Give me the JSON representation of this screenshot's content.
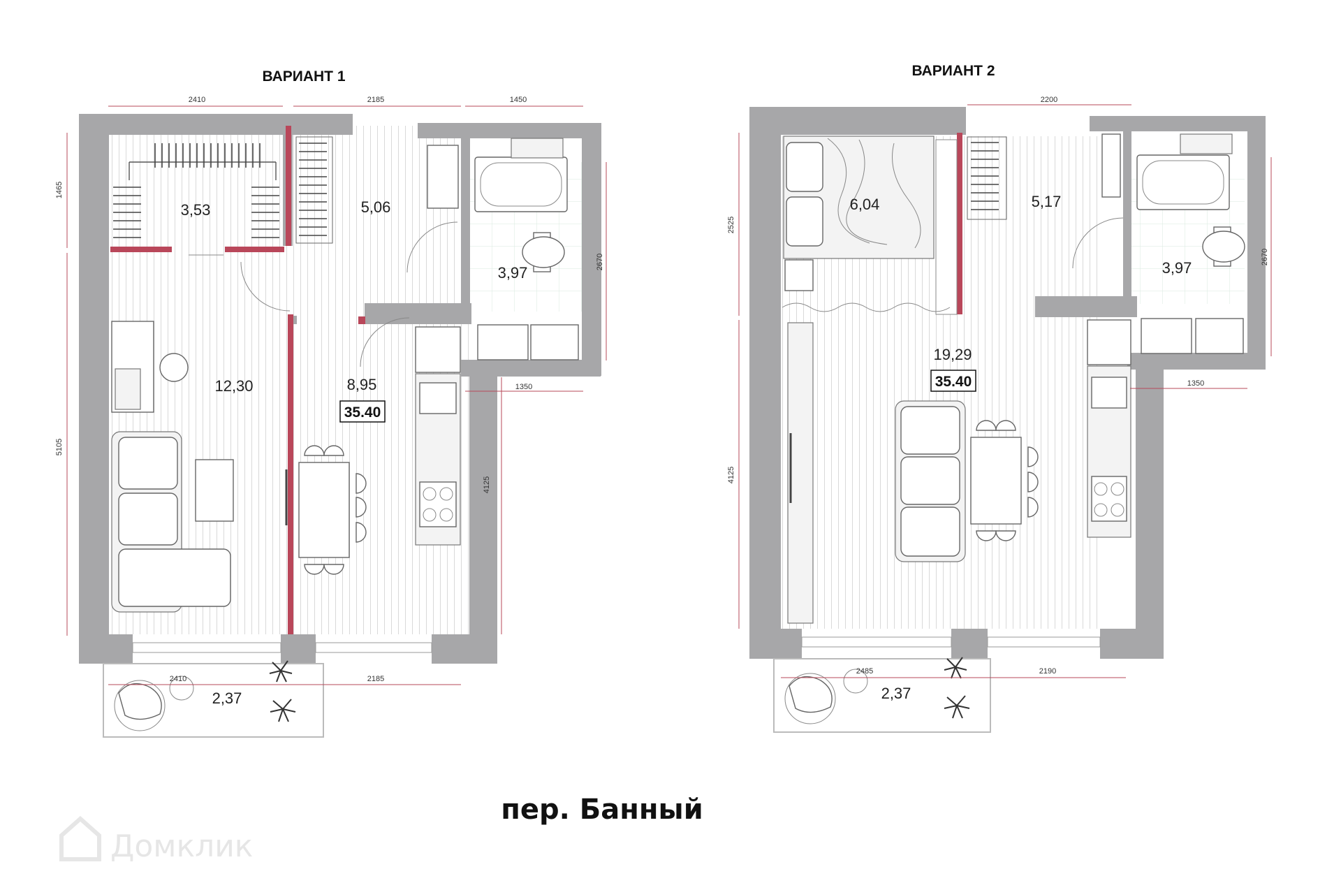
{
  "variant1": {
    "title": "ВАРИАНТ 1",
    "total_area": "35.40",
    "areas": {
      "wardrobe": "3,53",
      "hall": "5,06",
      "bath": "3,97",
      "living": "12,30",
      "kitchen": "8,95",
      "balcony": "2,37"
    },
    "dims": {
      "top_a": "2410",
      "top_b": "2185",
      "top_c": "1450",
      "left_upper": "1465",
      "left_lower": "5105",
      "right_bath": "2670",
      "bath_bottom": "1350",
      "right_kitchen": "4125",
      "balcony_a": "2410",
      "balcony_b": "2185"
    }
  },
  "variant2": {
    "title": "ВАРИАНТ 2",
    "total_area": "35.40",
    "areas": {
      "bedroom": "6,04",
      "hall": "5,17",
      "bath": "3,97",
      "living": "19,29",
      "balcony": "2,37"
    },
    "dims": {
      "top": "2200",
      "left_upper": "2525",
      "left_lower": "4125",
      "right_bath": "2670",
      "bath_bottom": "1350",
      "balcony_a": "2485",
      "balcony_b": "2190"
    }
  },
  "street": "пер. Банный",
  "watermark": "Домклик",
  "colors": {
    "wall": "#a7a7a9",
    "accent_wall": "#b9475a",
    "dimension": "#b74a5a"
  }
}
